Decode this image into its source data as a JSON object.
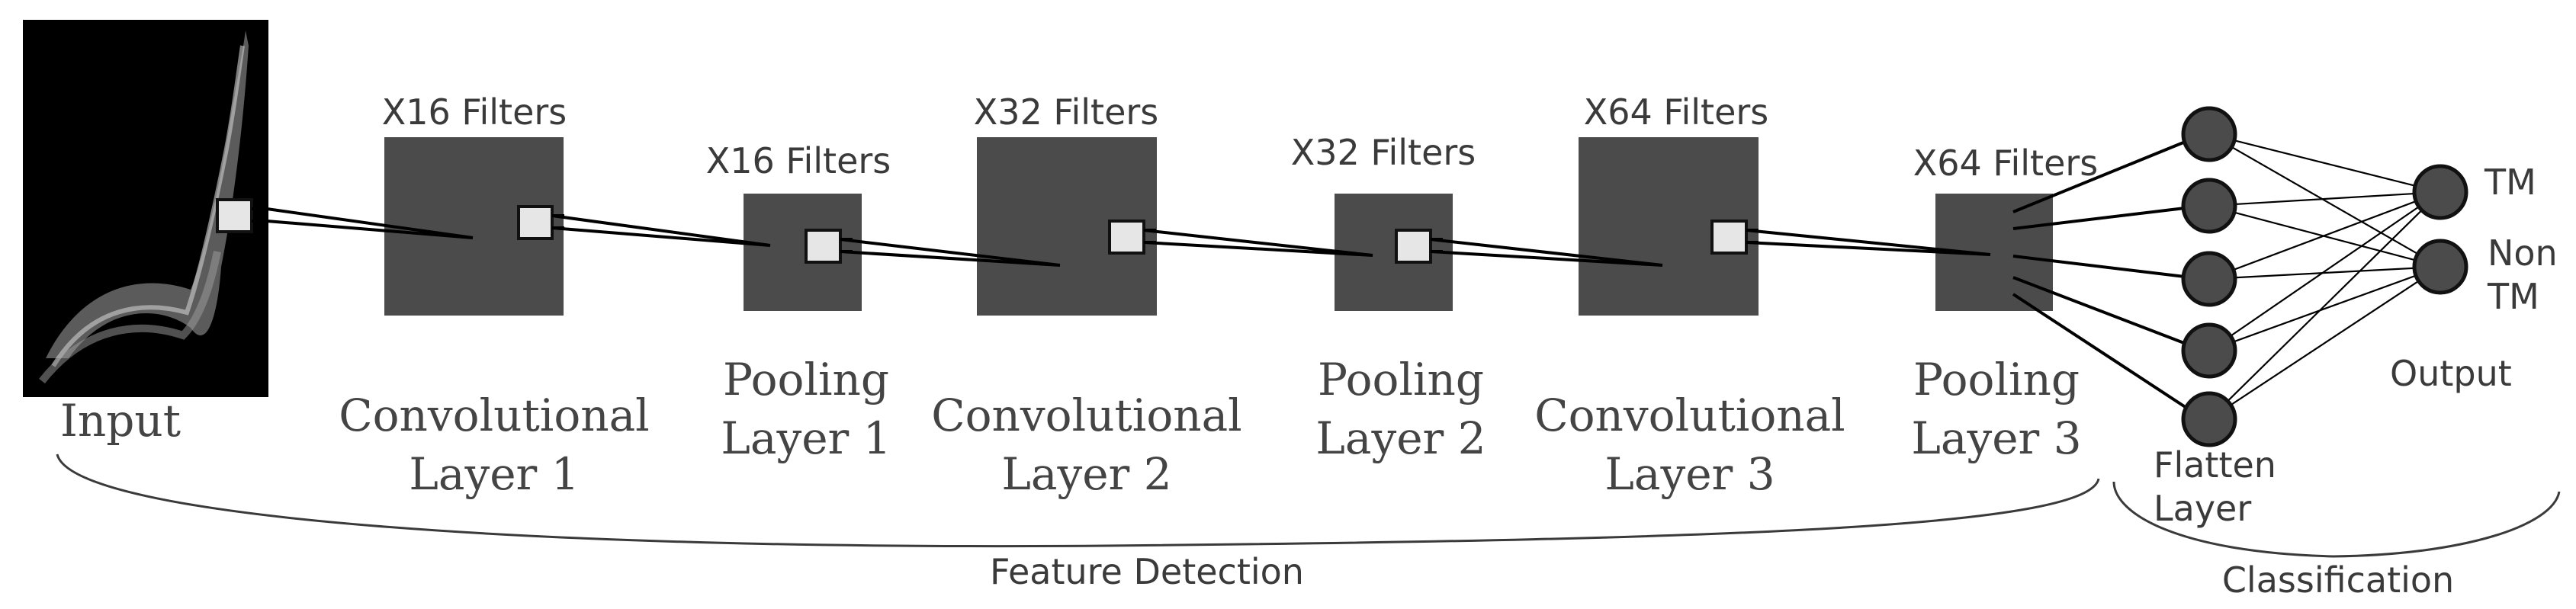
{
  "input": {
    "label": "Input"
  },
  "layers": [
    {
      "filters": "X16 Filters",
      "name_line1": "Convolutional",
      "name_line2": "Layer 1"
    },
    {
      "filters": "X16 Filters",
      "name_line1": "Pooling",
      "name_line2": "Layer 1"
    },
    {
      "filters": "X32 Filters",
      "name_line1": "Convolutional",
      "name_line2": "Layer 2"
    },
    {
      "filters": "X32 Filters",
      "name_line1": "Pooling",
      "name_line2": "Layer 2"
    },
    {
      "filters": "X64 Filters",
      "name_line1": "Convolutional",
      "name_line2": "Layer 3"
    },
    {
      "filters": "X64 Filters",
      "name_line1": "Pooling",
      "name_line2": "Layer 3"
    }
  ],
  "flatten": {
    "line1": "Flatten",
    "line2": "Layer"
  },
  "output": {
    "label": "Output",
    "classes": [
      {
        "line1": "TM",
        "line2": ""
      },
      {
        "line1": "Non",
        "line2": "TM"
      }
    ]
  },
  "groups": {
    "feature_detection": "Feature Detection",
    "classification": "Classification"
  },
  "colors": {
    "block": "#4b4b4b",
    "patch": "#e6e6e6",
    "text": "#3a3a3a"
  }
}
